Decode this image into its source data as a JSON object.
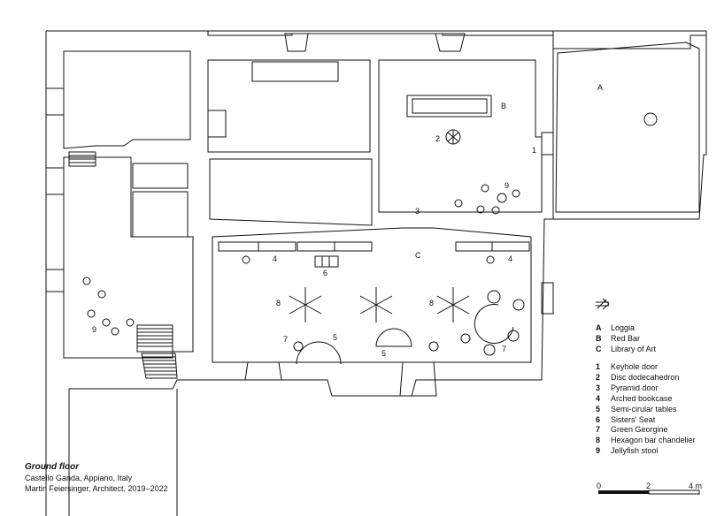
{
  "title": "Ground floor",
  "subtitle_lines": [
    "Castello Ganda, Appiano, Italy",
    "Martin Feiersinger, Architect, 2019–2022"
  ],
  "areas": [
    {
      "key": "A",
      "label": "Loggia"
    },
    {
      "key": "B",
      "label": "Red Bar"
    },
    {
      "key": "C",
      "label": "Library of Art"
    }
  ],
  "items": [
    {
      "key": "1",
      "label": "Keyhole door"
    },
    {
      "key": "2",
      "label": "Disc dodecahedron"
    },
    {
      "key": "3",
      "label": "Pyramid door"
    },
    {
      "key": "4",
      "label": "Arched bookcase"
    },
    {
      "key": "5",
      "label": "Semi-cirular tables"
    },
    {
      "key": "6",
      "label": "Sisters' Seat"
    },
    {
      "key": "7",
      "label": "Green Georgine"
    },
    {
      "key": "8",
      "label": "Hexagon bar chandelier"
    },
    {
      "key": "9",
      "label": "Jellyfish stool"
    }
  ],
  "plan_marks": {
    "A": "A",
    "B": "B",
    "C": "C",
    "n1": "1",
    "n2": "2",
    "n3": "3",
    "n4": "4",
    "n5": "5",
    "n6": "6",
    "n7": "7",
    "n8": "8",
    "n9": "9"
  },
  "scale": {
    "labels": [
      "0",
      "2",
      "4 m"
    ]
  },
  "north_icon": "north-arrow-icon"
}
